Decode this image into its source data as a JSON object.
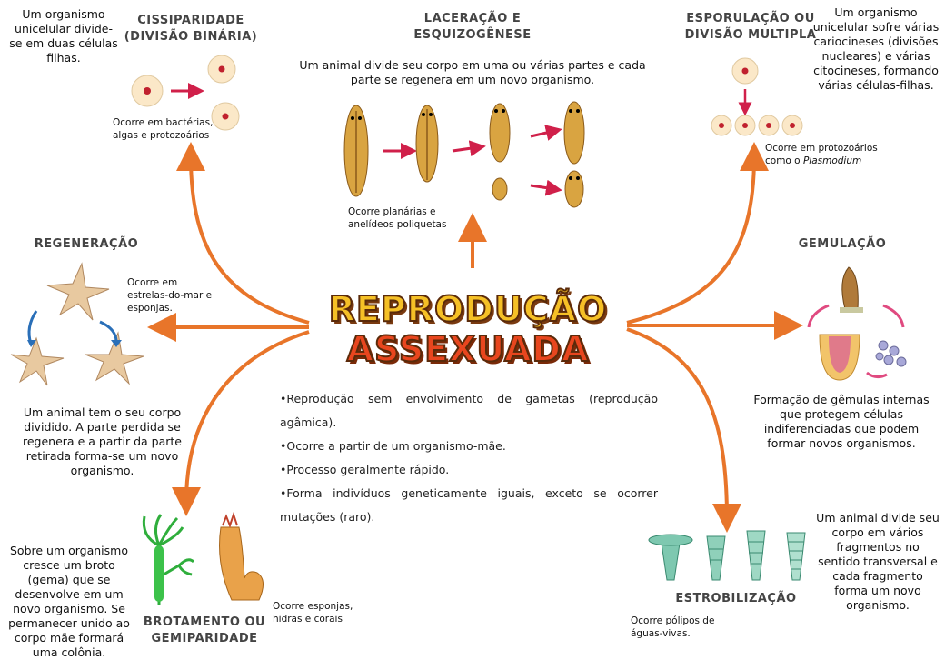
{
  "main_title": {
    "line1": "REPRODUÇÃO",
    "line2": "ASSEXUADA"
  },
  "summary_bullets": [
    "•Reprodução sem envolvimento de gametas (reprodução agâmica).",
    "•Ocorre a partir de um organismo-mãe.",
    "•Processo geralmente rápido.",
    "•Forma indivíduos geneticamente iguais, exceto se ocorrer mutações (raro)."
  ],
  "cissiparidade": {
    "title_l1": "CISSIPARIDADE",
    "title_l2": "(DIVISÃO BINÁRIA)",
    "desc": "Um organismo unicelular divide-se em duas células filhas.",
    "occurs": "Ocorre em bactérias, algas e protozoários"
  },
  "laceracao": {
    "title_l1": "LACERAÇÃO E",
    "title_l2": "ESQUIZOGÊNESE",
    "desc": "Um animal divide seu corpo em uma ou várias partes e cada parte se regenera em um novo organismo.",
    "occurs": "Ocorre planárias e anelídeos poliquetas"
  },
  "esporulacao": {
    "title_l1": "ESPORULAÇÃO OU",
    "title_l2": "DIVISÃO MULTIPLA",
    "desc": "Um organismo unicelular sofre várias cariocineses (divisões nucleares) e várias citocineses, formando várias células-filhas.",
    "occurs_prefix": "Ocorre em protozoários como o ",
    "occurs_italic": "Plasmodium"
  },
  "regeneracao": {
    "title": "REGENERAÇÃO",
    "occurs": "Ocorre em estrelas-do-mar e esponjas.",
    "desc": "Um animal tem o seu corpo dividido. A parte perdida se regenera e a partir da parte retirada forma-se um novo organismo."
  },
  "gemulacao": {
    "title": "GEMULAÇÃO",
    "desc": "Formação de gêmulas internas que protegem células indiferenciadas que podem formar novos organismos."
  },
  "brotamento": {
    "title_l1": "BROTAMENTO OU",
    "title_l2": "GEMIPARIDADE",
    "desc": "Sobre um organismo cresce um broto (gema) que se desenvolve em um novo organismo. Se permanecer unido ao corpo mãe formará uma colônia.",
    "occurs": "Ocorre esponjas, hidras e corais"
  },
  "estrobilizacao": {
    "title": "ESTROBILIZAÇÃO",
    "desc": "Um animal divide seu corpo em vários fragmentos no sentido transversal e cada fragmento forma um novo organismo.",
    "occurs": "Ocorre pólipos de águas-vivas."
  },
  "colors": {
    "arrow": "#e8752a",
    "small_arrow": "#d0204a",
    "planaria": "#d9a441",
    "cell": "#fbe8c8"
  }
}
